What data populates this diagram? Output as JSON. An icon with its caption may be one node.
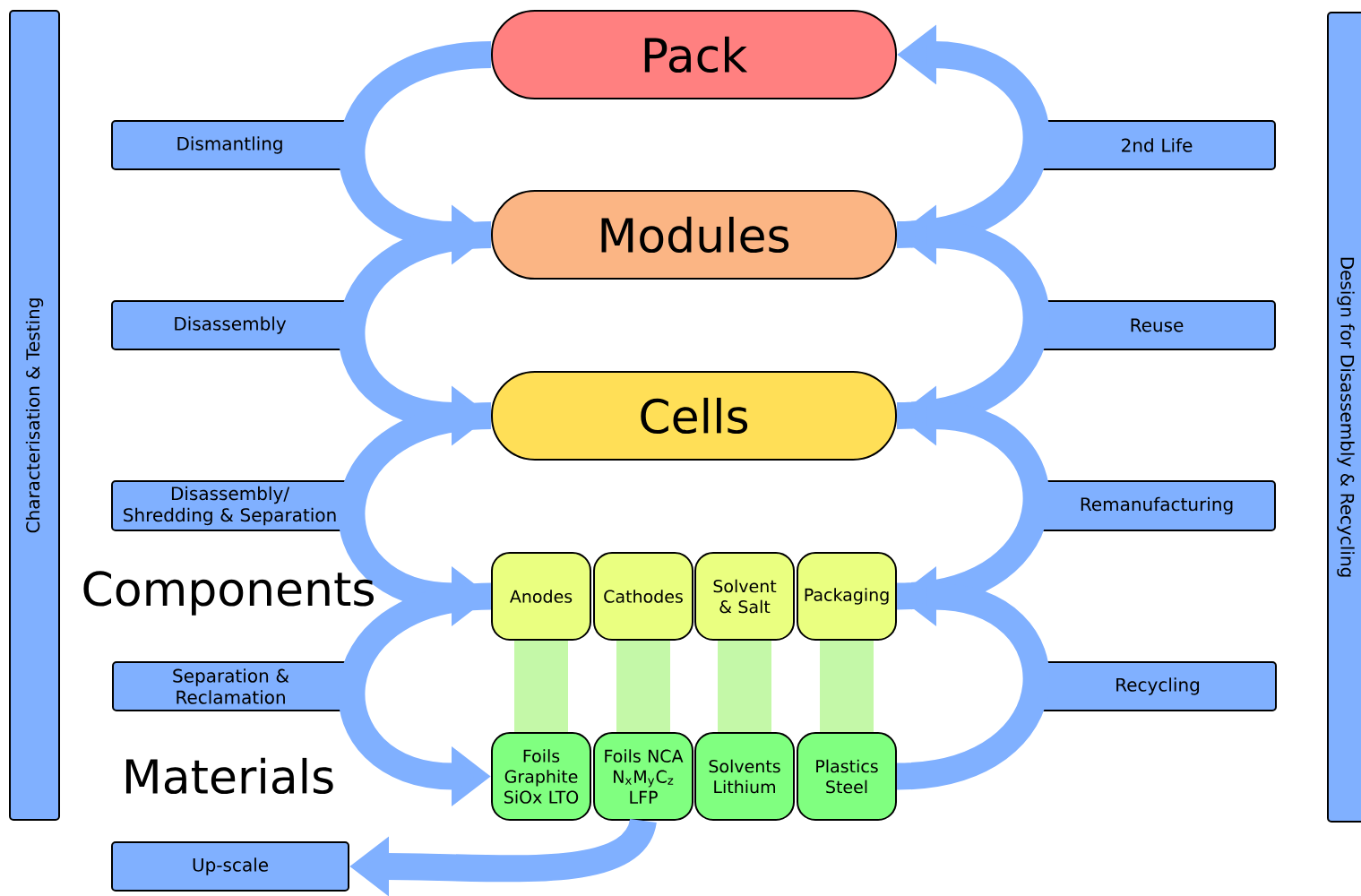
{
  "diagram": {
    "nodes": [
      {
        "text": [
          "Characterisation & Testing"
        ]
      },
      {
        "text": [
          "Design for Disassembly & Recycling"
        ]
      },
      {
        "text": [
          "Pack"
        ]
      },
      {
        "text": [
          "Modules"
        ]
      },
      {
        "text": [
          "Cells"
        ]
      },
      {
        "text": [
          "Anodes"
        ]
      },
      {
        "text": [
          "Cathodes"
        ]
      },
      {
        "text": [
          "Solvent & Salt"
        ]
      },
      {
        "text": [
          "Packaging"
        ]
      },
      {
        "text": [
          "Foils Graphite SiOx LTO"
        ]
      },
      {
        "text": [
          "Foils NCA N$_{x}$M$_{y}$C$_{z}$ LFP"
        ]
      },
      {
        "text": [
          "Solvents Lithium"
        ]
      },
      {
        "text": [
          "Plastics Steel"
        ]
      },
      {
        "text": [
          "Dismantling"
        ]
      },
      {
        "text": [
          "Disassembly"
        ]
      },
      {
        "text": [
          "Disassembly/ Shredding & Separation"
        ]
      },
      {
        "text": [
          "Separation & Reclamation"
        ]
      },
      {
        "text": [
          "Up-scale"
        ]
      },
      {
        "text": [
          "2nd Life"
        ]
      },
      {
        "text": [
          "Reuse"
        ]
      },
      {
        "text": [
          "Remanufacturing"
        ]
      },
      {
        "text": [
          "Recycling"
        ]
      }
    ],
    "edges": [
      {
        "from": 2,
        "to": 3,
        "arrow": "to"
      },
      {
        "from": 3,
        "to": 4,
        "arrow": "to"
      },
      {
        "from": 4,
        "to": 5,
        "arrow": "to"
      },
      {
        "from": 5,
        "to": 9,
        "arrow": "to"
      },
      {
        "from": 3,
        "to": 2,
        "arrow": "to"
      },
      {
        "from": 4,
        "to": 3,
        "arrow": "to"
      },
      {
        "from": 8,
        "to": 4,
        "arrow": "to"
      },
      {
        "from": 12,
        "to": 8,
        "arrow": "to"
      },
      {
        "from": 10,
        "to": 17,
        "arrow": "to"
      },
      {
        "from": 5,
        "to": 9,
        "arrow": "none",
        "style": "thick",
        "color": "#c4f8a8"
      },
      {
        "from": 6,
        "to": 10,
        "arrow": "none",
        "style": "thick",
        "color": "#c4f8a8"
      },
      {
        "from": 7,
        "to": 11,
        "arrow": "none",
        "style": "thick",
        "color": "#c4f8a8"
      },
      {
        "from": 8,
        "to": 12,
        "arrow": "none",
        "style": "thick",
        "color": "#c4f8a8"
      }
    ],
    "labels": [
      "Components",
      "Materials"
    ]
  }
}
